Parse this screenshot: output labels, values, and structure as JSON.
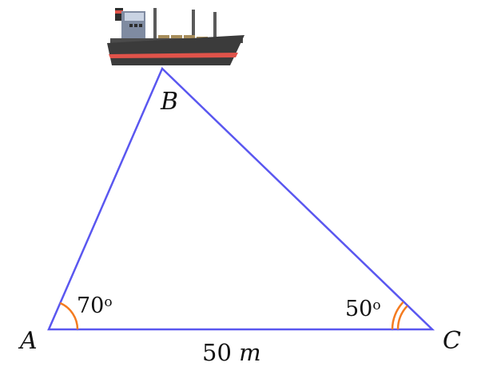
{
  "vertices": {
    "a": "A",
    "b": "B",
    "c": "C"
  },
  "angles": {
    "a_value": "70",
    "a_degree_mark": "o",
    "c_value": "50",
    "c_degree_mark": "o"
  },
  "base": {
    "value": "50",
    "unit": "m"
  },
  "colors": {
    "triangle": "#5a57f0",
    "angle_arcs": "#f47b20",
    "ship_hull": "#3b3b3b",
    "ship_stripe": "#e0534a"
  },
  "icons": {
    "ship": "cargo-ship-icon"
  }
}
